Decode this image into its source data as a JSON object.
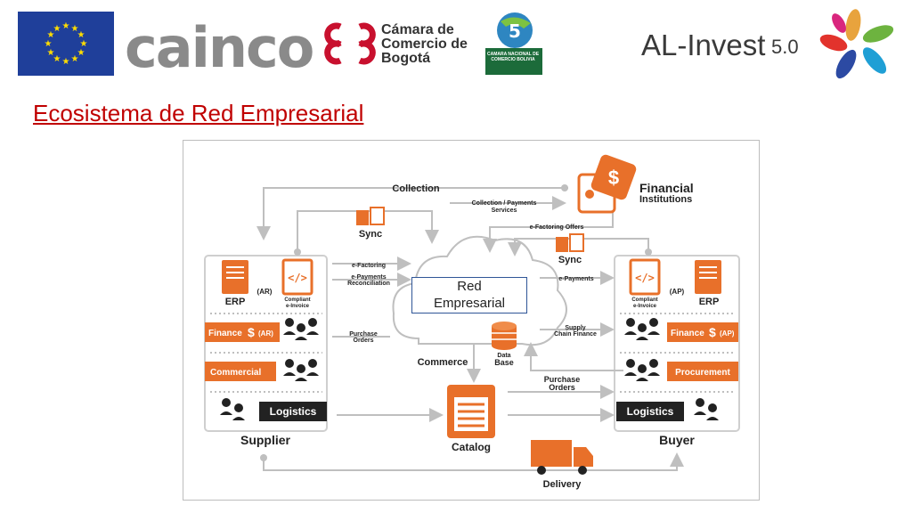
{
  "header": {
    "logos": {
      "eu_flag": "eu-flag",
      "cainco": "cainco",
      "camara_bogota": "Cámara de Comercio de Bogotá",
      "camara_nacional": "CAMARA NACIONAL DE COMERCIO BOLIVIA",
      "al_invest": "AL-Invest",
      "al_invest_version": "5.0"
    }
  },
  "title": "Ecosistema de Red Empresarial",
  "diagram": {
    "overlay_box": {
      "line1": "Red",
      "line2": "Empresarial"
    },
    "labels": {
      "collection": "Collection",
      "collection_payments": "Collection / Payments",
      "services": "Services",
      "financial": "Financial",
      "institutions": "Institutions",
      "e_factoring_offers": "e-Factoring Offers",
      "sync_left": "Sync",
      "sync_right": "Sync",
      "e_factoring": "e-Factoring",
      "e_payments": "e-Payments",
      "reconciliation": "Reconciliation",
      "e_payments_right": "e-Payments",
      "purchase_orders_left_1": "Purchase",
      "purchase_orders_left_2": "Orders",
      "supply": "Supply",
      "chain_finance": "Chain Finance",
      "commerce": "Commerce",
      "data": "Data",
      "base": "Base",
      "purchase_orders_right_1": "Purchase",
      "purchase_orders_right_2": "Orders",
      "catalog": "Catalog",
      "delivery": "Delivery",
      "supplier": "Supplier",
      "buyer": "Buyer",
      "erp_left": "ERP",
      "erp_right": "ERP",
      "ar": "(AR)",
      "ap": "(AP)",
      "compliant_left_1": "Compliant",
      "compliant_left_2": "e-Invoice",
      "compliant_right_1": "Compliant",
      "compliant_right_2": "e-Invoice",
      "finance_left": "Finance",
      "finance_left_tag": "(AR)",
      "finance_right": "Finance",
      "finance_right_tag": "(AP)",
      "commercial": "Commercial",
      "procurement": "Procurement",
      "logistics_left": "Logistics",
      "logistics_right": "Logistics"
    },
    "colors": {
      "orange": "#e8702a",
      "gray": "#bfbfbf",
      "dark": "#222222",
      "title_red": "#c00000"
    }
  }
}
